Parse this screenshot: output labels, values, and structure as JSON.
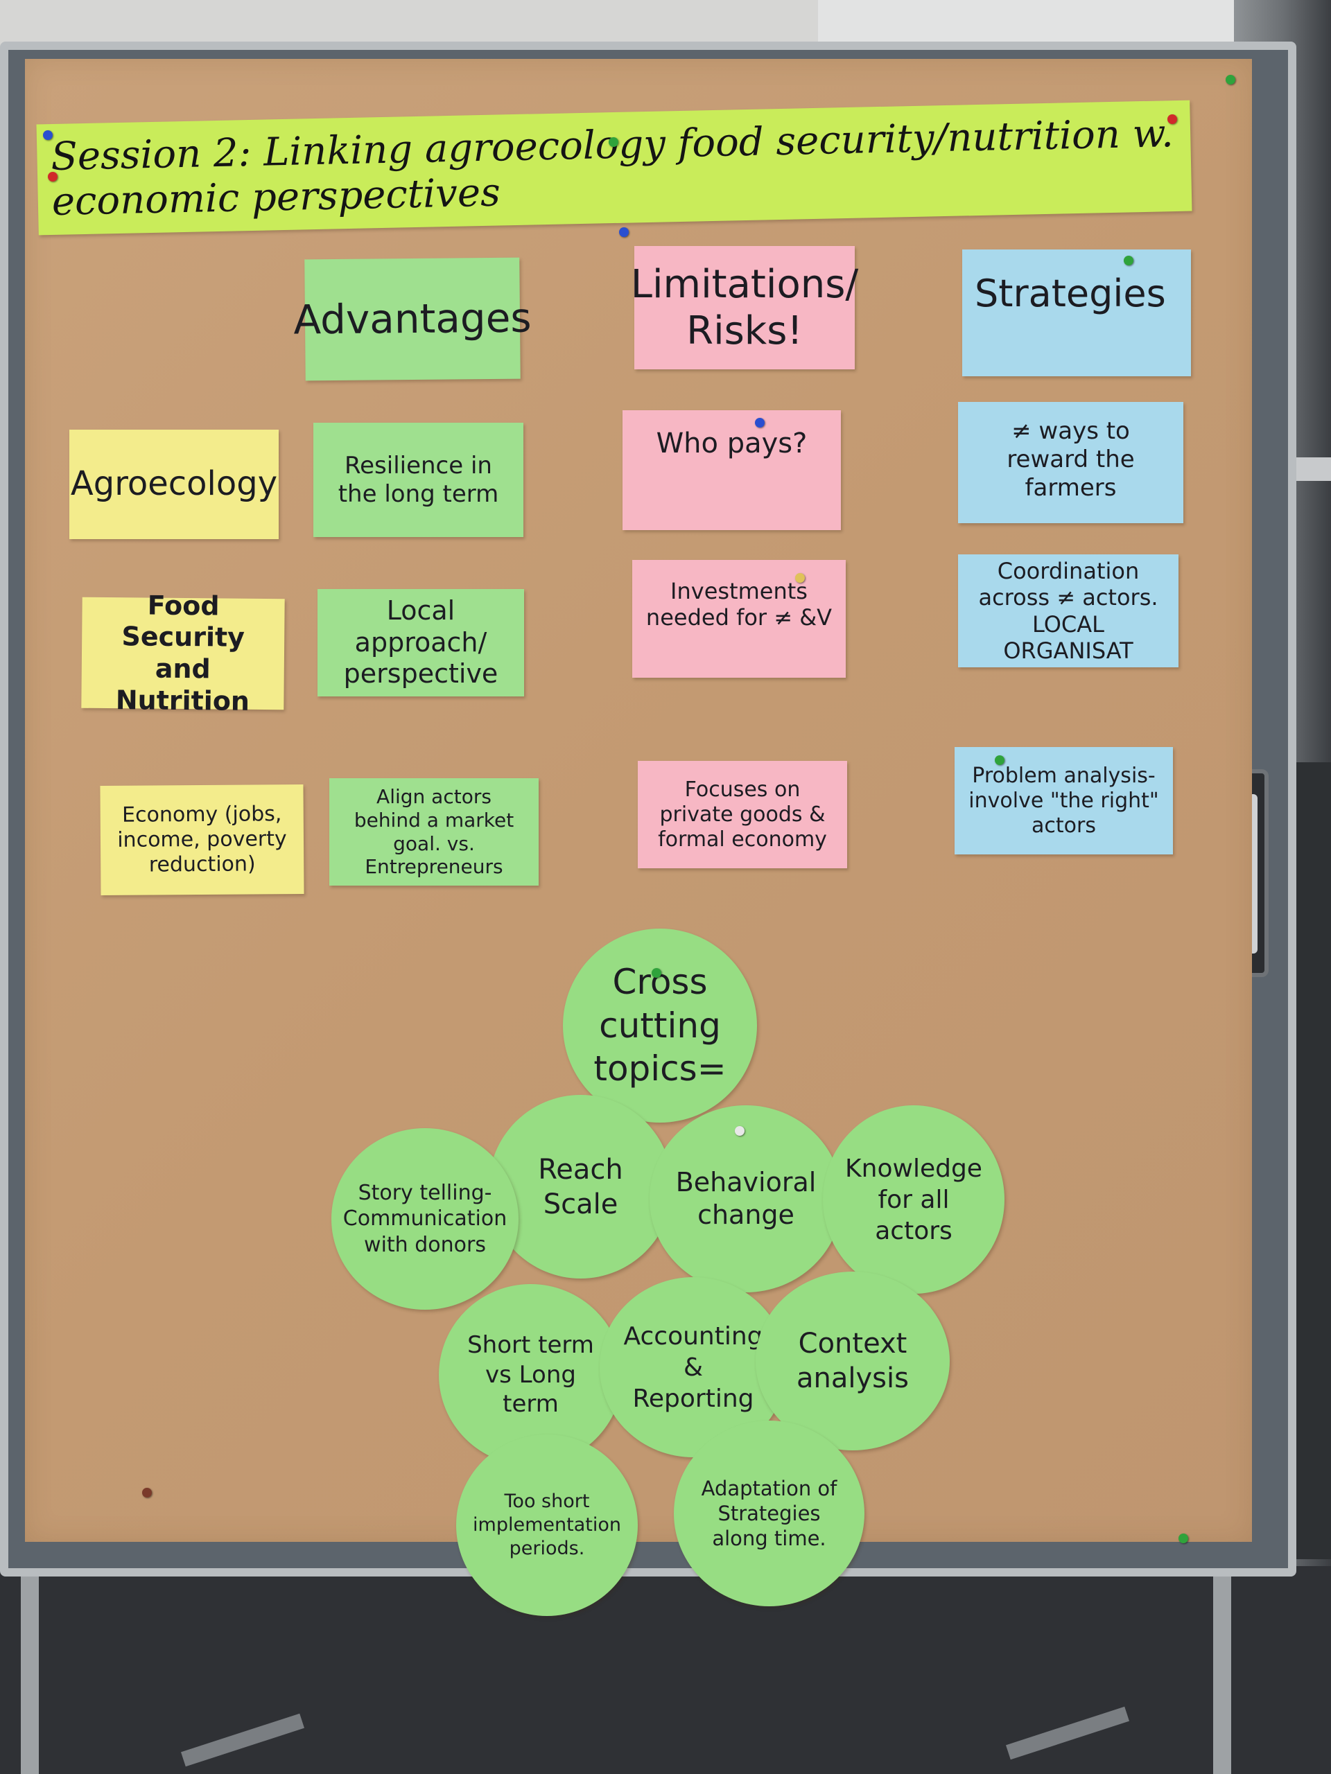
{
  "banner": {
    "title": "Session 2: Linking agroecology food security/nutrition w. economic perspectives"
  },
  "column_headers": {
    "advantages": "Advantages",
    "limitations": "Limitations/ Risks!",
    "strategies": "Strategies"
  },
  "rows": [
    {
      "label": "Agroecology",
      "advantage": "Resilience in the long term",
      "limitation": "Who pays?",
      "strategy": "≠ ways to reward the farmers"
    },
    {
      "label": "Food Security and Nutrition",
      "advantage": "Local approach/ perspective",
      "limitation": "Investments needed for ≠ &V",
      "strategy": "Coordination across ≠ actors. LOCAL ORGANISAT"
    },
    {
      "label": "Economy (jobs, income, poverty reduction)",
      "advantage": "Align actors behind a market goal. vs. Entrepreneurs",
      "limitation": "Focuses on private goods & formal economy",
      "strategy": "Problem analysis- involve \"the right\" actors"
    }
  ],
  "cross_cutting": {
    "title": "Cross cutting topics=",
    "topics": [
      "Reach Scale",
      "Story telling- Communication with donors",
      "Behavioral change",
      "Knowledge for all actors",
      "Short term vs Long term",
      "Accounting & Reporting",
      "Context analysis",
      "Too short implementation periods.",
      "Adaptation of Strategies along time."
    ]
  },
  "colors": {
    "kraft_paper": "#c49b73",
    "banner": "#c9ec5a",
    "green_card": "#9fe08f",
    "pink_card": "#f7b7c4",
    "blue_card": "#a9d9ec",
    "yellow_card": "#f3ec8c",
    "circle": "#97dd83",
    "board_frame": "#5c646c"
  }
}
